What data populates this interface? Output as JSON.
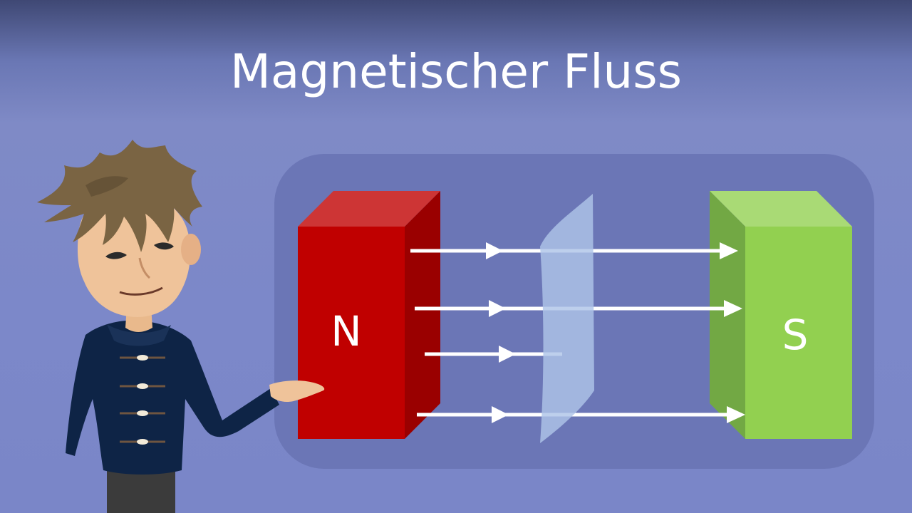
{
  "title": "Magnetischer Fluss",
  "diagram": {
    "north_label": "N",
    "south_label": "S",
    "colors": {
      "panel": "#6b76b6",
      "north_front": "#c00000",
      "north_top": "#cd3535",
      "north_side": "#9a0000",
      "south_front": "#92d050",
      "south_top": "#a9da75",
      "south_side": "#72a844",
      "surface": "#aec4e8",
      "field_lines": "#ffffff"
    }
  }
}
